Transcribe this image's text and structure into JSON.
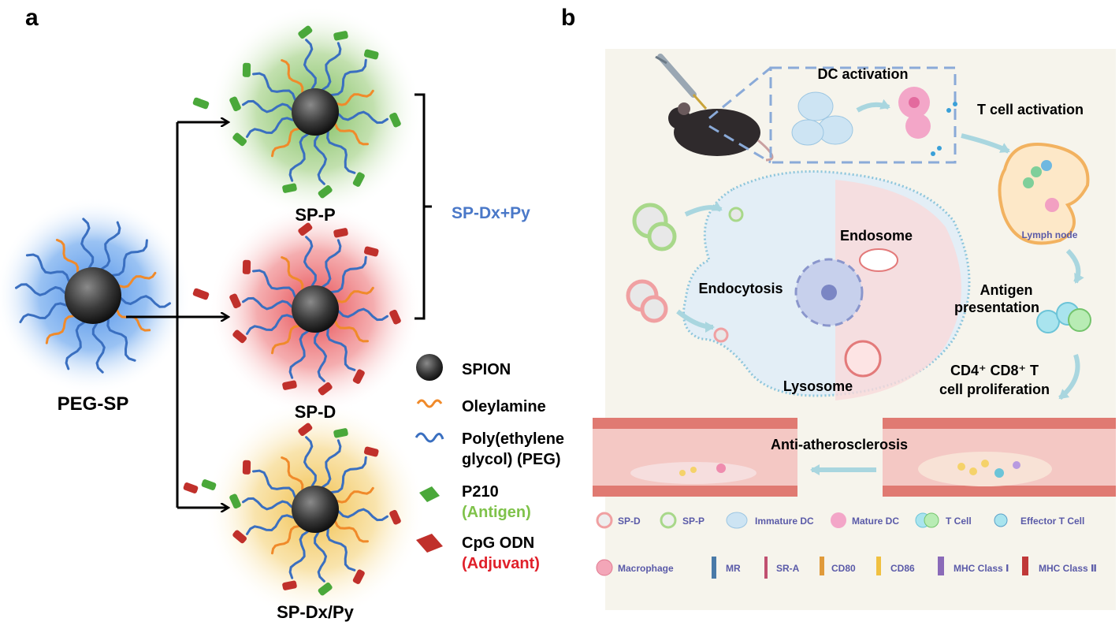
{
  "panel_a": {
    "label": "a",
    "particles": {
      "peg_sp": "PEG-SP",
      "sp_p": "SP-P",
      "sp_d": "SP-D",
      "sp_dx_py": "SP-Dx/Py"
    },
    "bracket_label": "SP-Dx+Py",
    "legend": {
      "spion": "SPION",
      "oleylamine": "Oleylamine",
      "peg_line1": "Poly(ethylene",
      "peg_line2": "glycol) (PEG)",
      "p210": "P210",
      "antigen": "(Antigen)",
      "cpg": "CpG ODN",
      "adjuvant": "(Adjuvant)"
    },
    "colors": {
      "peg_glow": "#4f8fe0",
      "p_glow": "#7fbf5a",
      "d_glow": "#e8474d",
      "dxpy_glow": "#f0c04a",
      "peg_chain": "#3a6fc0",
      "oleylamine": "#f08a2a",
      "antigen": "#4aa83a",
      "adjuvant": "#c0302b",
      "bracket_label": "#4a78c8"
    }
  },
  "panel_b": {
    "label": "b",
    "dc_activation": "DC activation",
    "t_cell_activation": "T cell activation",
    "lymph_node": "Lymph node",
    "endosome": "Endosome",
    "endocytosis": "Endocytosis",
    "antigen_presentation_1": "Antigen",
    "antigen_presentation_2": "presentation",
    "lysosome": "Lysosome",
    "proliferation_1": "CD4⁺ CD8⁺ T",
    "proliferation_2": "cell proliferation",
    "anti_atherosclerosis": "Anti-atherosclerosis",
    "legend_row1": [
      "SP-D",
      "SP-P",
      "Immature DC",
      "Mature DC",
      "T Cell",
      "Effector T Cell"
    ],
    "legend_row2": [
      "Macrophage",
      "MR",
      "SR-A",
      "CD80",
      "CD86",
      "MHC Class Ⅰ",
      "MHC Class Ⅱ"
    ]
  }
}
